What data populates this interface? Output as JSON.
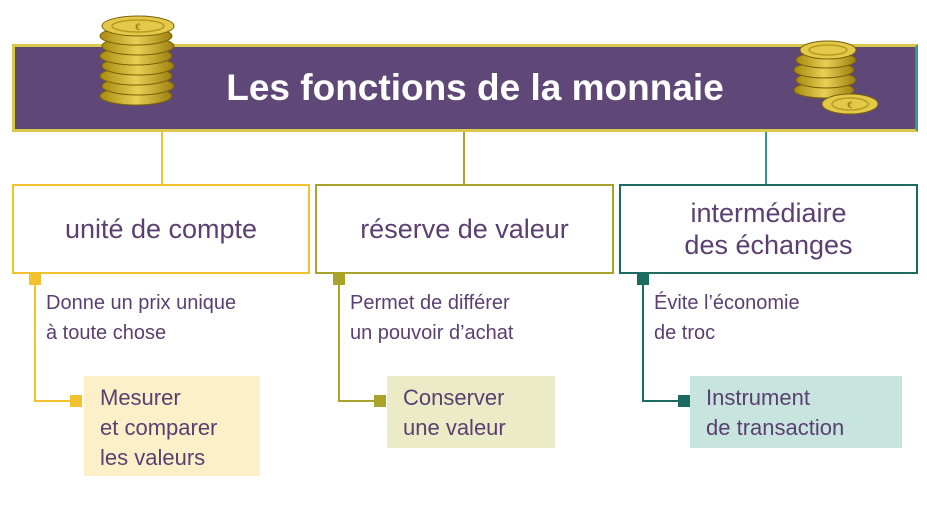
{
  "title": "Les fonctions de la monnaie",
  "colors": {
    "title_bg": "#5f4878",
    "yellow": "#f2c22e",
    "olive": "#aaa32a",
    "teal": "#1b6b62",
    "text": "#5a3f70",
    "yellow_fill": "#fdf0c9",
    "olive_fill": "#ecebc8",
    "teal_fill": "#c8e4df"
  },
  "functions": [
    {
      "name": "unité de compte",
      "description": [
        "Donne un prix unique",
        "à toute chose"
      ],
      "role": [
        "Mesurer",
        "et comparer",
        "les valeurs"
      ]
    },
    {
      "name": "réserve de valeur",
      "description": [
        "Permet de différer",
        "un pouvoir d’achat"
      ],
      "role": [
        "Conserver",
        "une valeur"
      ]
    },
    {
      "name_lines": [
        "intermédiaire",
        "des échanges"
      ],
      "description": [
        "Évite l’économie",
        "de troc"
      ],
      "role": [
        "Instrument",
        "de transaction"
      ]
    }
  ],
  "icons": [
    "coin-stack-icon",
    "coin-stack-icon"
  ]
}
